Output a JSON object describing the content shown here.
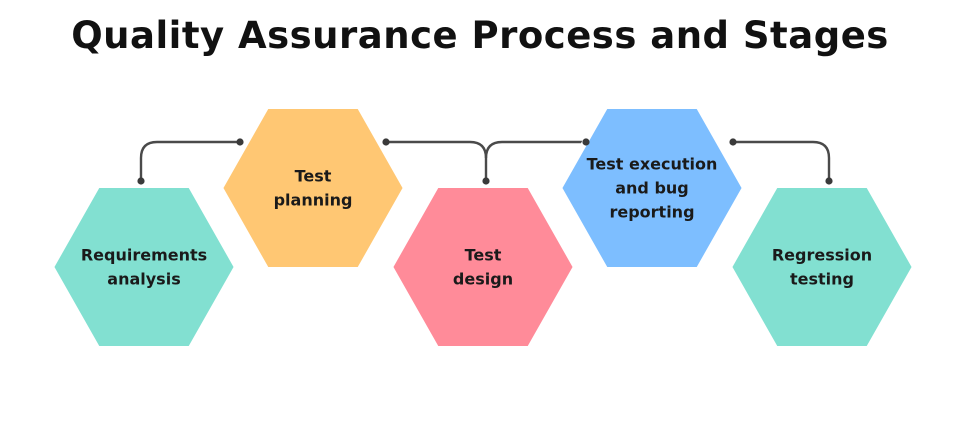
{
  "title": "Quality Assurance Process and Stages",
  "stages": [
    {
      "lines": [
        "Requirements",
        "analysis"
      ],
      "color": "#82E0D1"
    },
    {
      "lines": [
        "Test",
        "planning"
      ],
      "color": "#FFC773"
    },
    {
      "lines": [
        "Test",
        "design"
      ],
      "color": "#FF8B99"
    },
    {
      "lines": [
        "Test execution",
        "and bug",
        "reporting"
      ],
      "color": "#7DBEFF"
    },
    {
      "lines": [
        "Regression",
        "testing"
      ],
      "color": "#82E0D1"
    }
  ]
}
